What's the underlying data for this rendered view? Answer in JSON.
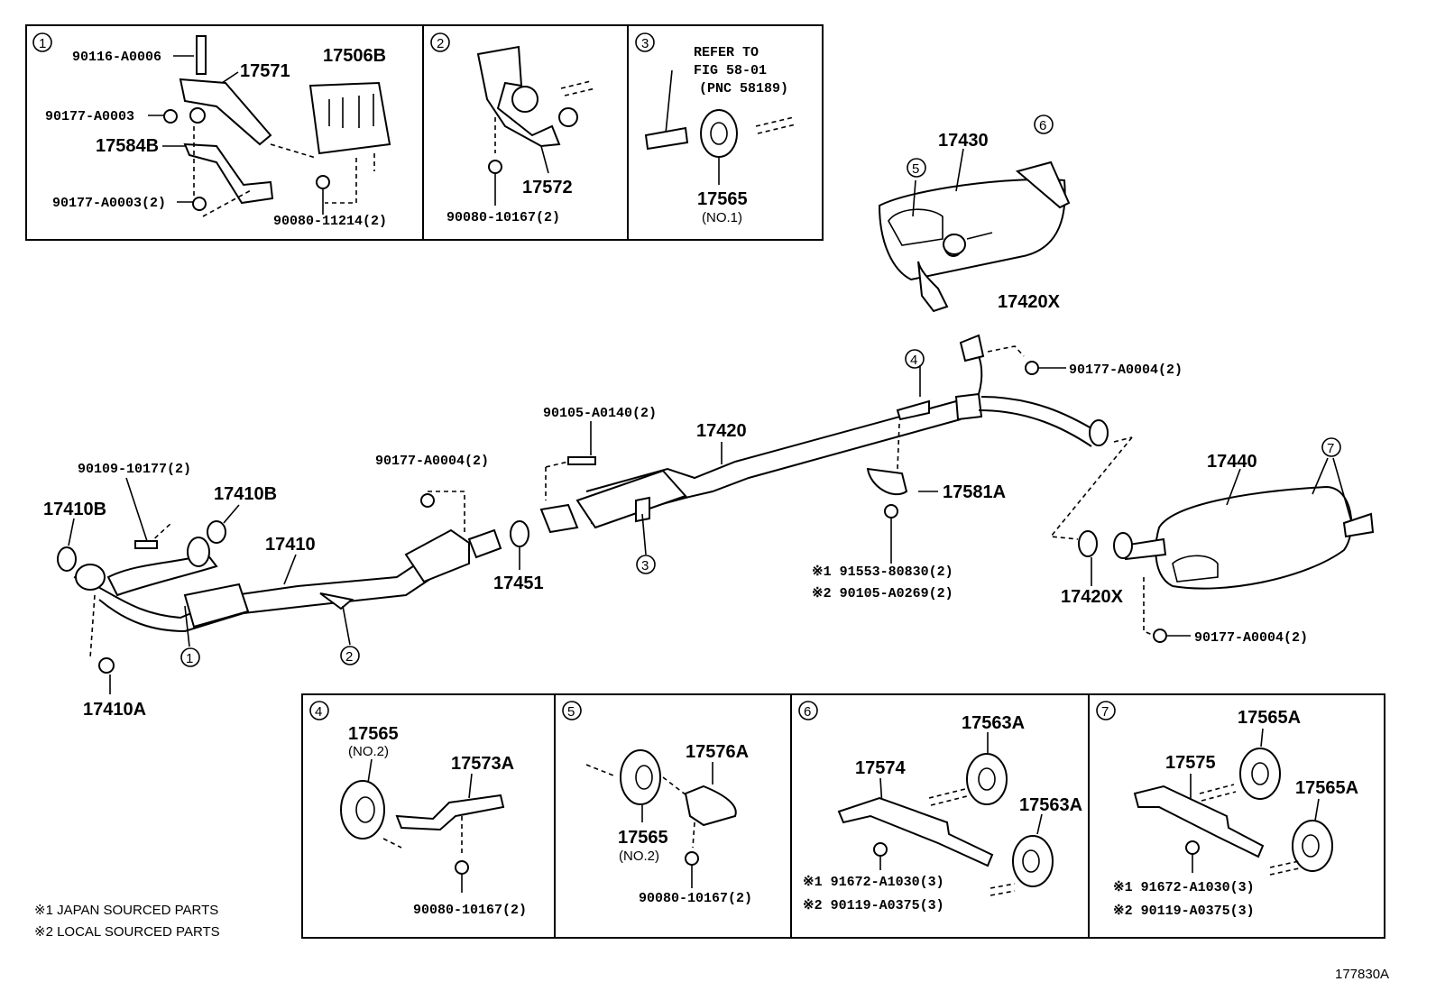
{
  "figure_id": "177830A",
  "notes": {
    "n1": "※1  JAPAN SOURCED PARTS",
    "n2": "※2  LOCAL SOURCED PARTS"
  },
  "circles": {
    "c1": "1",
    "c2": "2",
    "c3": "3",
    "c4": "4",
    "c5": "5",
    "c6": "6",
    "c7": "7"
  },
  "inset1": {
    "p1": "90116-A0006",
    "p2": "17571",
    "p3": "17506B",
    "p4": "90177-A0003",
    "p5": "17584B",
    "p6": "90177-A0003(2)",
    "p7": "90080-11214(2)"
  },
  "inset2": {
    "p1": "17572",
    "p2": "90080-10167(2)"
  },
  "inset3": {
    "refer1": "REFER TO",
    "refer2": "FIG 58-01",
    "refer3": "(PNC 58189)",
    "p1": "17565",
    "p1_sub": "(NO.1)"
  },
  "main": {
    "p17430": "17430",
    "p17420X_top": "17420X",
    "p90177_right": "90177-A0004(2)",
    "p90105_0140": "90105-A0140(2)",
    "p17420": "17420",
    "p90177_mid": "90177-A0004(2)",
    "p90109": "90109-10177(2)",
    "p17410B_left": "17410B",
    "p17410B_right": "17410B",
    "p17410": "17410",
    "p17451": "17451",
    "p17581A": "17581A",
    "p91553": "※1 91553-80830(2)",
    "p90105_0269": "※2 90105-A0269(2)",
    "p17440": "17440",
    "p17420X_bottom": "17420X",
    "p90177_bottom": "90177-A0004(2)",
    "p17410A": "17410A"
  },
  "inset4": {
    "p1": "17565",
    "p1_sub": "(NO.2)",
    "p2": "17573A",
    "p3": "90080-10167(2)"
  },
  "inset5": {
    "p1": "17576A",
    "p2": "17565",
    "p2_sub": "(NO.2)",
    "p3": "90080-10167(2)"
  },
  "inset6": {
    "p1": "17563A",
    "p2": "17574",
    "p3": "17563A",
    "p4": "※1 91672-A1030(3)",
    "p5": "※2 90119-A0375(3)"
  },
  "inset7": {
    "p1": "17565A",
    "p2": "17575",
    "p3": "17565A",
    "p4": "※1 91672-A1030(3)",
    "p5": "※2 90119-A0375(3)"
  }
}
